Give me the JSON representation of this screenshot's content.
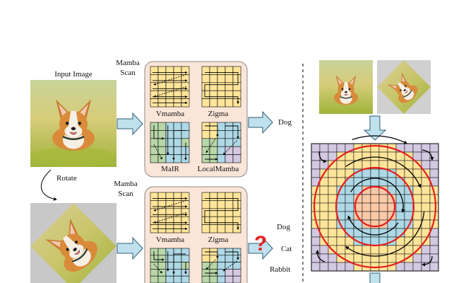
{
  "labels": {
    "input_image": "Input Image",
    "mamba_scan": "Mamba",
    "scan": "Scan",
    "rotate": "Rotate",
    "vmamba": "Vmamba",
    "zigma": "Zigma",
    "mair": "MaIR",
    "localmamba": "LocalMamba",
    "dog": "Dog",
    "cat": "Cat",
    "rabbit": "Rabbit",
    "question_mark": "?"
  },
  "colors": {
    "panel_fill": "#fbe5d8",
    "grid_yellow": "#ffe59a",
    "grid_blue": "#aed8e6",
    "grid_green": "#b7d7a8",
    "grid_purple": "#d3c9e2",
    "grid_peach": "#f9c9a8",
    "arrow_fill": "#bfe0ec",
    "ring_red": "#e61e1e",
    "question_red": "#e52222"
  }
}
